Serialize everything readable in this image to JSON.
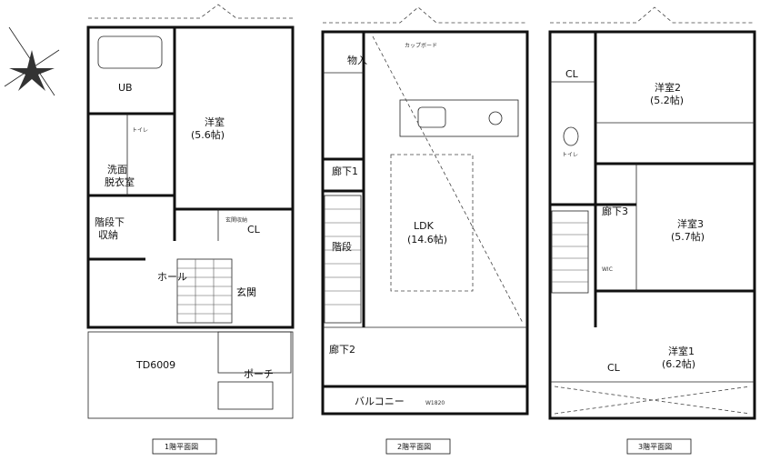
{
  "floors": [
    {
      "caption": "1階平面図",
      "rooms": {
        "ub": "UB",
        "western1": "洋室",
        "western1_size": "(5.6帖)",
        "washroom1": "洗面",
        "washroom2": "脱衣室",
        "toilet": "トイレ",
        "stair_storage1": "階段下",
        "stair_storage2": "収納",
        "hall": "ホール",
        "entrance": "玄関",
        "closet": "CL",
        "porch": "ポーチ",
        "yard": "TD6009",
        "storage_label": "玄関収納"
      }
    },
    {
      "caption": "2階平面図",
      "rooms": {
        "ldk": "LDK",
        "ldk_size": "(14.6帖)",
        "hall1": "廊下1",
        "hall2": "廊下2",
        "stair": "階段",
        "balcony": "バルコニー",
        "cupboard": "カップボード",
        "storage": "物入",
        "dim": "W1820"
      }
    },
    {
      "caption": "3階平面図",
      "rooms": {
        "western2": "洋室2",
        "western2_size": "(5.2帖)",
        "western3": "洋室3",
        "western3_size": "(5.7帖)",
        "western1": "洋室1",
        "western1_size": "(6.2帖)",
        "hall3": "廊下3",
        "toilet": "トイレ",
        "cl_a": "CL",
        "cl_b": "CL",
        "wc": "WIC"
      }
    }
  ]
}
